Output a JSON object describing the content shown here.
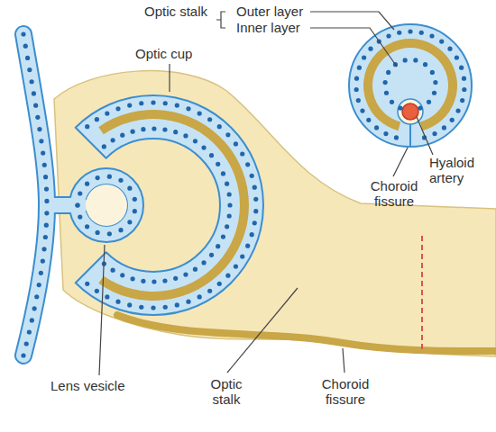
{
  "diagram": {
    "labels": [
      "Optic stalk",
      "Outer layer",
      "Inner layer",
      "Optic cup",
      "Hyaloid artery",
      "Choroid fissure",
      "Lens vesicle",
      "Optic stalk",
      "Choroid fissure"
    ]
  }
}
